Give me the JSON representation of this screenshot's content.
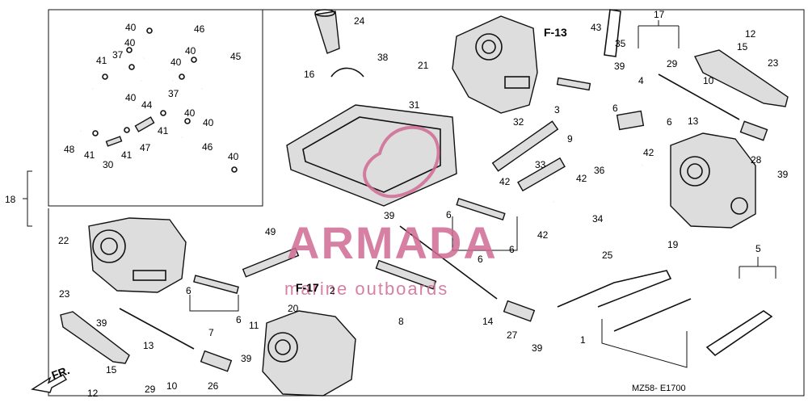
{
  "diagram": {
    "drawing_code": "MZ58- E1700",
    "watermark": {
      "brand": "ARMADA",
      "tagline": "marine outboards"
    },
    "refs": {
      "f13": "F-13",
      "f17": "F-17"
    },
    "direction": "FR.",
    "callouts": {
      "n1": "1",
      "n2": "2",
      "n3": "3",
      "n4": "4",
      "n5": "5",
      "n6": "6",
      "n7": "7",
      "n8": "8",
      "n9": "9",
      "n10": "10",
      "n11": "11",
      "n12": "12",
      "n13": "13",
      "n14": "14",
      "n15": "15",
      "n16": "16",
      "n17": "17",
      "n18": "18",
      "n19": "19",
      "n20": "20",
      "n21": "21",
      "n22": "22",
      "n23": "23",
      "n24": "24",
      "n25": "25",
      "n26": "26",
      "n27": "27",
      "n28": "28",
      "n29": "29",
      "n30": "30",
      "n31": "31",
      "n32": "32",
      "n33": "33",
      "n34": "34",
      "n35": "35",
      "n36": "36",
      "n37": "37",
      "n38": "38",
      "n39": "39",
      "n40": "40",
      "n41": "41",
      "n42": "42",
      "n43": "43",
      "n44": "44",
      "n45": "45",
      "n46": "46",
      "n47": "47",
      "n48": "48",
      "n49": "49"
    }
  }
}
